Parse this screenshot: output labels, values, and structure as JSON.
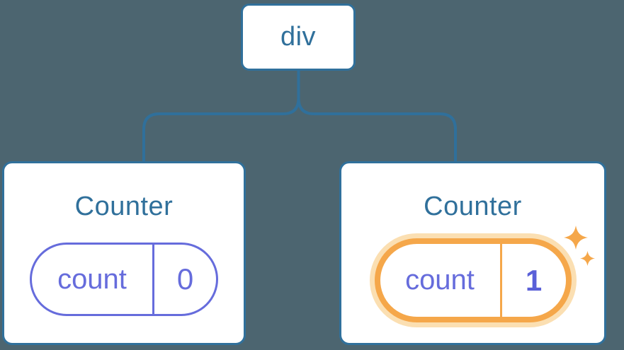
{
  "colors": {
    "bg": "#4C6570",
    "stroke": "#30709B",
    "card": "#FFFFFF",
    "purple": "#666CDC",
    "purple-bold": "#5A60D8",
    "orange": "#F5A74A",
    "glow": "#FBDFB2"
  },
  "tree": {
    "root": {
      "label": "div"
    },
    "left_counter": {
      "title": "Counter",
      "state": {
        "name": "count",
        "value": "0"
      }
    },
    "right_counter": {
      "title": "Counter",
      "state": {
        "name": "count",
        "value": "1"
      },
      "highlight": "updated"
    }
  }
}
